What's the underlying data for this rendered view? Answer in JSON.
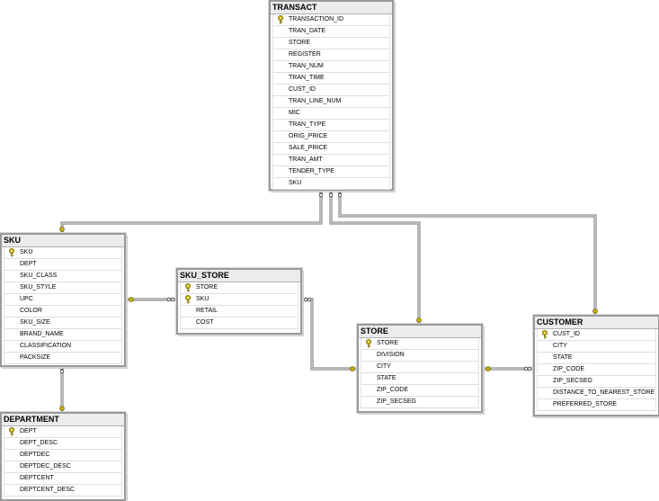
{
  "diagram": {
    "colors": {
      "border": "#9a9a9a",
      "line": "#6f6f6f",
      "key": "#c8b400",
      "title_bg": "#ececec"
    },
    "tables": {
      "transact": {
        "name": "TRANSACT",
        "columns": [
          "TRANSACTION_ID",
          "TRAN_DATE",
          "STORE",
          "REGISTER",
          "TRAN_NUM",
          "TRAN_TIME",
          "CUST_ID",
          "TRAN_LINE_NUM",
          "MIC",
          "TRAN_TYPE",
          "ORIG_PRICE",
          "SALE_PRICE",
          "TRAN_AMT",
          "TENDER_TYPE",
          "SKU"
        ],
        "primary_keys": [
          "TRANSACTION_ID"
        ]
      },
      "sku": {
        "name": "SKU",
        "columns": [
          "SKU",
          "DEPT",
          "SKU_CLASS",
          "SKU_STYLE",
          "UPC",
          "COLOR",
          "SKU_SIZE",
          "BRAND_NAME",
          "CLASSIFICATION",
          "PACKSIZE"
        ],
        "primary_keys": [
          "SKU"
        ]
      },
      "sku_store": {
        "name": "SKU_STORE",
        "columns": [
          "STORE",
          "SKU",
          "RETAIL",
          "COST"
        ],
        "primary_keys": [
          "STORE",
          "SKU"
        ]
      },
      "store": {
        "name": "STORE",
        "columns": [
          "STORE",
          "DIVISION",
          "CITY",
          "STATE",
          "ZIP_CODE",
          "ZIP_SECSEG"
        ],
        "primary_keys": [
          "STORE"
        ]
      },
      "customer": {
        "name": "CUSTOMER",
        "columns": [
          "CUST_ID",
          "CITY",
          "STATE",
          "ZIP_CODE",
          "ZIP_SECSEG",
          "DISTANCE_TO_NEAREST_STORE",
          "PREFERRED_STORE"
        ],
        "primary_keys": [
          "CUST_ID"
        ]
      },
      "department": {
        "name": "DEPARTMENT",
        "columns": [
          "DEPT",
          "DEPT_DESC",
          "DEPTDEC",
          "DEPTDEC_DESC",
          "DEPTCENT",
          "DEPTCENT_DESC"
        ],
        "primary_keys": [
          "DEPT"
        ]
      }
    },
    "relationships": [
      {
        "from": "transact",
        "to": "sku"
      },
      {
        "from": "transact",
        "to": "store"
      },
      {
        "from": "transact",
        "to": "customer"
      },
      {
        "from": "sku_store",
        "to": "sku"
      },
      {
        "from": "sku_store",
        "to": "store"
      },
      {
        "from": "customer",
        "to": "store"
      },
      {
        "from": "sku",
        "to": "department"
      }
    ]
  }
}
